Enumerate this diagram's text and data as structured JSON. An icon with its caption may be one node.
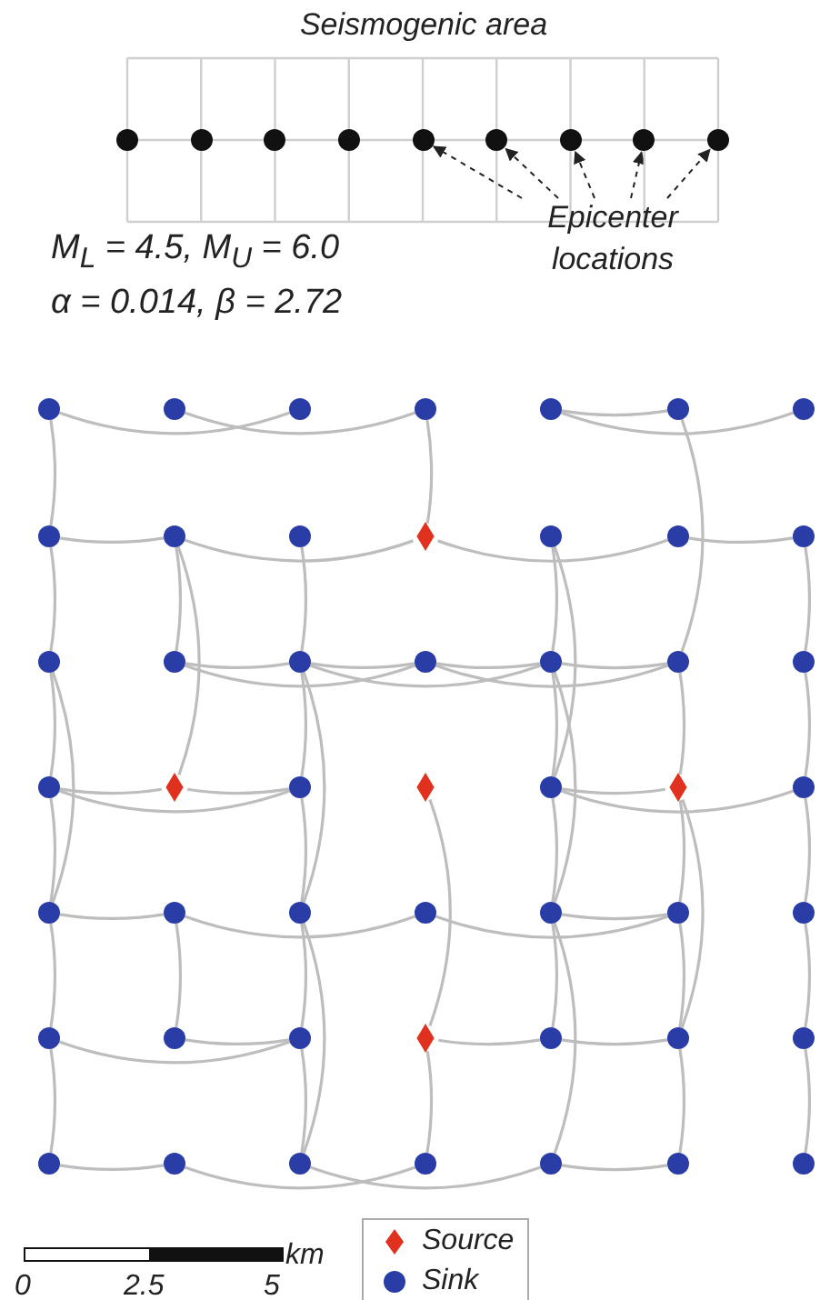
{
  "diagram": {
    "nodes": [
      {
        "text": [
          "Seismogenic area"
        ]
      },
      {
        "text": [],
        "shape": "circle",
        "in": 0
      },
      {
        "text": [],
        "shape": "circle",
        "in": 0
      },
      {
        "text": [],
        "shape": "circle",
        "in": 0
      },
      {
        "text": [],
        "shape": "circle",
        "in": 0
      },
      {
        "text": [],
        "shape": "circle",
        "in": 0
      },
      {
        "text": [],
        "shape": "circle",
        "in": 0
      },
      {
        "text": [],
        "shape": "circle",
        "in": 0
      },
      {
        "text": [],
        "shape": "circle",
        "in": 0
      },
      {
        "text": [],
        "shape": "circle",
        "in": 0
      },
      {
        "text": [
          "Epicenter locations"
        ]
      },
      {
        "text": [],
        "shape": "circle"
      },
      {
        "text": [],
        "shape": "circle"
      },
      {
        "text": [],
        "shape": "circle"
      },
      {
        "text": [],
        "shape": "circle"
      },
      {
        "text": [],
        "shape": "circle"
      },
      {
        "text": [],
        "shape": "circle"
      },
      {
        "text": [],
        "shape": "circle"
      },
      {
        "text": [],
        "shape": "circle"
      },
      {
        "text": [],
        "shape": "circle"
      },
      {
        "text": [],
        "shape": "circle"
      },
      {
        "text": [],
        "shape": "diamond"
      },
      {
        "text": [],
        "shape": "circle"
      },
      {
        "text": [],
        "shape": "circle"
      },
      {
        "text": [],
        "shape": "circle"
      },
      {
        "text": [],
        "shape": "circle"
      },
      {
        "text": [],
        "shape": "circle"
      },
      {
        "text": [],
        "shape": "circle"
      },
      {
        "text": [],
        "shape": "circle"
      },
      {
        "text": [],
        "shape": "circle"
      },
      {
        "text": [],
        "shape": "circle"
      },
      {
        "text": [],
        "shape": "circle"
      },
      {
        "text": [],
        "shape": "circle"
      },
      {
        "text": [],
        "shape": "diamond"
      },
      {
        "text": [],
        "shape": "circle"
      },
      {
        "text": [],
        "shape": "diamond"
      },
      {
        "text": [],
        "shape": "circle"
      },
      {
        "text": [],
        "shape": "diamond"
      },
      {
        "text": [],
        "shape": "circle"
      },
      {
        "text": [],
        "shape": "circle"
      },
      {
        "text": [],
        "shape": "circle"
      },
      {
        "text": [],
        "shape": "circle"
      },
      {
        "text": [],
        "shape": "circle"
      },
      {
        "text": [],
        "shape": "circle"
      },
      {
        "text": [],
        "shape": "circle"
      },
      {
        "text": [],
        "shape": "circle"
      },
      {
        "text": [],
        "shape": "circle"
      },
      {
        "text": [],
        "shape": "circle"
      },
      {
        "text": [],
        "shape": "circle"
      },
      {
        "text": [],
        "shape": "diamond"
      },
      {
        "text": [],
        "shape": "circle"
      },
      {
        "text": [],
        "shape": "circle"
      },
      {
        "text": [],
        "shape": "circle"
      },
      {
        "text": [],
        "shape": "circle"
      },
      {
        "text": [],
        "shape": "circle"
      },
      {
        "text": [],
        "shape": "circle"
      },
      {
        "text": [],
        "shape": "circle"
      },
      {
        "text": [],
        "shape": "circle"
      },
      {
        "text": [],
        "shape": "circle"
      },
      {
        "text": [],
        "shape": "circle"
      }
    ],
    "edges": [
      {
        "from": 10,
        "to": 5,
        "arrow": "to",
        "style": "dashed",
        "color": "#222222"
      },
      {
        "from": 10,
        "to": 6,
        "arrow": "to",
        "style": "dashed",
        "color": "#222222"
      },
      {
        "from": 10,
        "to": 7,
        "arrow": "to",
        "style": "dashed",
        "color": "#222222"
      },
      {
        "from": 10,
        "to": 8,
        "arrow": "to",
        "style": "dashed",
        "color": "#222222"
      },
      {
        "from": 10,
        "to": 9,
        "arrow": "to",
        "style": "dashed",
        "color": "#222222"
      },
      {
        "from": 11,
        "to": 13,
        "arrow": "none"
      },
      {
        "from": 12,
        "to": 14,
        "arrow": "none"
      },
      {
        "from": 15,
        "to": 16,
        "arrow": "none"
      },
      {
        "from": 15,
        "to": 17,
        "arrow": "none"
      },
      {
        "from": 11,
        "to": 18,
        "arrow": "none"
      },
      {
        "from": 14,
        "to": 21,
        "arrow": "none"
      },
      {
        "from": 16,
        "to": 30,
        "arrow": "none"
      },
      {
        "from": 18,
        "to": 19,
        "arrow": "none"
      },
      {
        "from": 19,
        "to": 21,
        "arrow": "none"
      },
      {
        "from": 21,
        "to": 23,
        "arrow": "none"
      },
      {
        "from": 23,
        "to": 24,
        "arrow": "none"
      },
      {
        "from": 18,
        "to": 25,
        "arrow": "none"
      },
      {
        "from": 19,
        "to": 26,
        "arrow": "none"
      },
      {
        "from": 19,
        "to": 33,
        "arrow": "none"
      },
      {
        "from": 20,
        "to": 27,
        "arrow": "none"
      },
      {
        "from": 22,
        "to": 29,
        "arrow": "none"
      },
      {
        "from": 22,
        "to": 36,
        "arrow": "none"
      },
      {
        "from": 24,
        "to": 31,
        "arrow": "none"
      },
      {
        "from": 26,
        "to": 27,
        "arrow": "none"
      },
      {
        "from": 27,
        "to": 28,
        "arrow": "none"
      },
      {
        "from": 28,
        "to": 29,
        "arrow": "none"
      },
      {
        "from": 29,
        "to": 30,
        "arrow": "none"
      },
      {
        "from": 26,
        "to": 28,
        "arrow": "none"
      },
      {
        "from": 27,
        "to": 29,
        "arrow": "none"
      },
      {
        "from": 28,
        "to": 30,
        "arrow": "none"
      },
      {
        "from": 25,
        "to": 32,
        "arrow": "none"
      },
      {
        "from": 25,
        "to": 39,
        "arrow": "none"
      },
      {
        "from": 27,
        "to": 34,
        "arrow": "none"
      },
      {
        "from": 27,
        "to": 41,
        "arrow": "none"
      },
      {
        "from": 29,
        "to": 36,
        "arrow": "none"
      },
      {
        "from": 29,
        "to": 43,
        "arrow": "none"
      },
      {
        "from": 30,
        "to": 37,
        "arrow": "none"
      },
      {
        "from": 31,
        "to": 38,
        "arrow": "none"
      },
      {
        "from": 32,
        "to": 33,
        "arrow": "none"
      },
      {
        "from": 32,
        "to": 34,
        "arrow": "none"
      },
      {
        "from": 33,
        "to": 34,
        "arrow": "none"
      },
      {
        "from": 36,
        "to": 37,
        "arrow": "none"
      },
      {
        "from": 36,
        "to": 38,
        "arrow": "none"
      },
      {
        "from": 35,
        "to": 49,
        "arrow": "none"
      },
      {
        "from": 32,
        "to": 39,
        "arrow": "none"
      },
      {
        "from": 34,
        "to": 41,
        "arrow": "none"
      },
      {
        "from": 36,
        "to": 43,
        "arrow": "none"
      },
      {
        "from": 37,
        "to": 44,
        "arrow": "none"
      },
      {
        "from": 37,
        "to": 51,
        "arrow": "none"
      },
      {
        "from": 38,
        "to": 45,
        "arrow": "none"
      },
      {
        "from": 39,
        "to": 40,
        "arrow": "none"
      },
      {
        "from": 40,
        "to": 42,
        "arrow": "none"
      },
      {
        "from": 42,
        "to": 44,
        "arrow": "none"
      },
      {
        "from": 43,
        "to": 44,
        "arrow": "none"
      },
      {
        "from": 39,
        "to": 46,
        "arrow": "none"
      },
      {
        "from": 40,
        "to": 47,
        "arrow": "none"
      },
      {
        "from": 41,
        "to": 48,
        "arrow": "none"
      },
      {
        "from": 41,
        "to": 55,
        "arrow": "none"
      },
      {
        "from": 43,
        "to": 50,
        "arrow": "none"
      },
      {
        "from": 43,
        "to": 57,
        "arrow": "none"
      },
      {
        "from": 44,
        "to": 51,
        "arrow": "none"
      },
      {
        "from": 45,
        "to": 52,
        "arrow": "none"
      },
      {
        "from": 46,
        "to": 48,
        "arrow": "none"
      },
      {
        "from": 47,
        "to": 48,
        "arrow": "none"
      },
      {
        "from": 49,
        "to": 50,
        "arrow": "none"
      },
      {
        "from": 50,
        "to": 51,
        "arrow": "none"
      },
      {
        "from": 46,
        "to": 53,
        "arrow": "none"
      },
      {
        "from": 48,
        "to": 55,
        "arrow": "none"
      },
      {
        "from": 49,
        "to": 56,
        "arrow": "none"
      },
      {
        "from": 51,
        "to": 58,
        "arrow": "none"
      },
      {
        "from": 52,
        "to": 59,
        "arrow": "none"
      },
      {
        "from": 53,
        "to": 54,
        "arrow": "none"
      },
      {
        "from": 54,
        "to": 56,
        "arrow": "none"
      },
      {
        "from": 55,
        "to": 57,
        "arrow": "none"
      },
      {
        "from": 57,
        "to": 58,
        "arrow": "none"
      }
    ],
    "labels": [
      "M$_{L}$ = 4.5, M$_{U}$ = 6.0",
      "α = 0.014, β = 2.72",
      "km",
      "0",
      "2.5",
      "5"
    ],
    "legend": [
      {
        "text": "Source",
        "color": "#e0301e"
      },
      {
        "text": "Sink",
        "color": "#2a3da6"
      }
    ]
  }
}
